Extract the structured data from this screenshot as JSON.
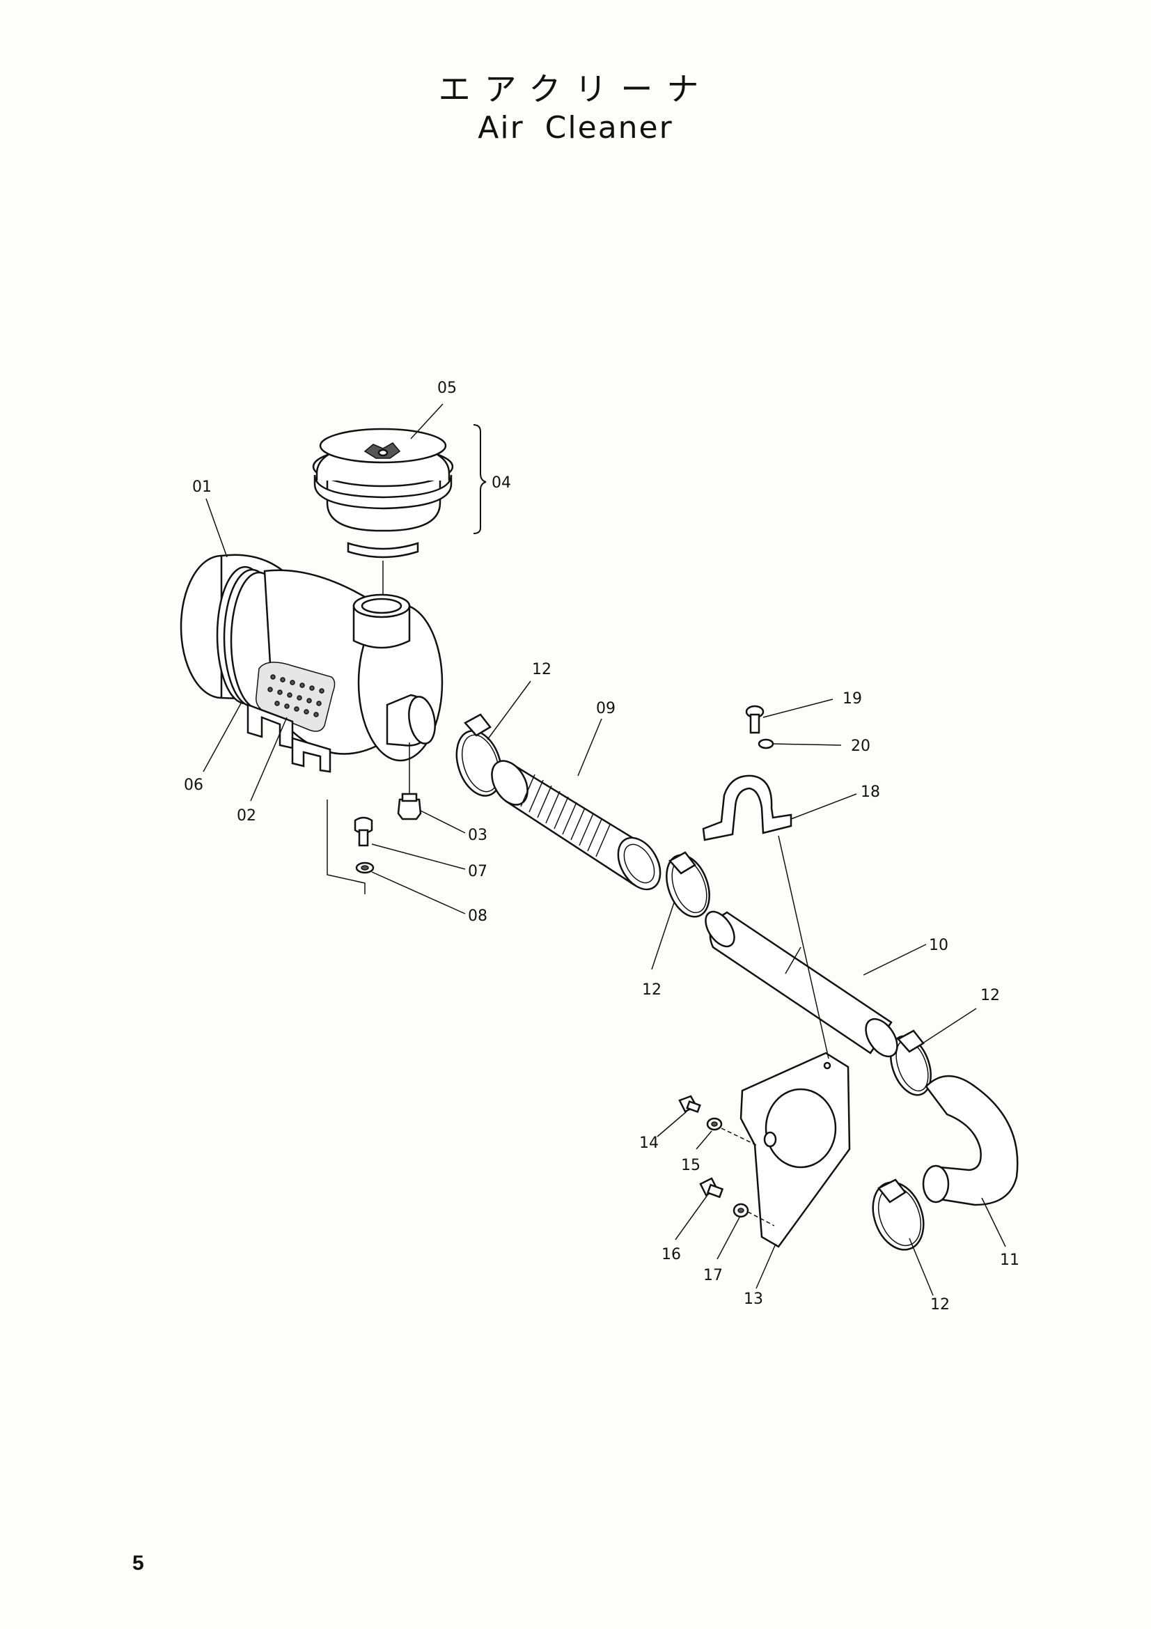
{
  "title": {
    "japanese": "エアクリーナ",
    "english": "Air Cleaner"
  },
  "page_number": "5",
  "callouts": [
    {
      "id": "c01",
      "label": "01"
    },
    {
      "id": "c02",
      "label": "02"
    },
    {
      "id": "c03",
      "label": "03"
    },
    {
      "id": "c04",
      "label": "04"
    },
    {
      "id": "c05",
      "label": "05"
    },
    {
      "id": "c06",
      "label": "06"
    },
    {
      "id": "c07",
      "label": "07"
    },
    {
      "id": "c08",
      "label": "08"
    },
    {
      "id": "c09",
      "label": "09"
    },
    {
      "id": "c10",
      "label": "10"
    },
    {
      "id": "c11",
      "label": "11"
    },
    {
      "id": "c12a",
      "label": "12"
    },
    {
      "id": "c12b",
      "label": "12"
    },
    {
      "id": "c12c",
      "label": "12"
    },
    {
      "id": "c12d",
      "label": "12"
    },
    {
      "id": "c13",
      "label": "13"
    },
    {
      "id": "c14",
      "label": "14"
    },
    {
      "id": "c15",
      "label": "15"
    },
    {
      "id": "c16",
      "label": "16"
    },
    {
      "id": "c17",
      "label": "17"
    },
    {
      "id": "c18",
      "label": "18"
    },
    {
      "id": "c19",
      "label": "19"
    },
    {
      "id": "c20",
      "label": "20"
    }
  ]
}
